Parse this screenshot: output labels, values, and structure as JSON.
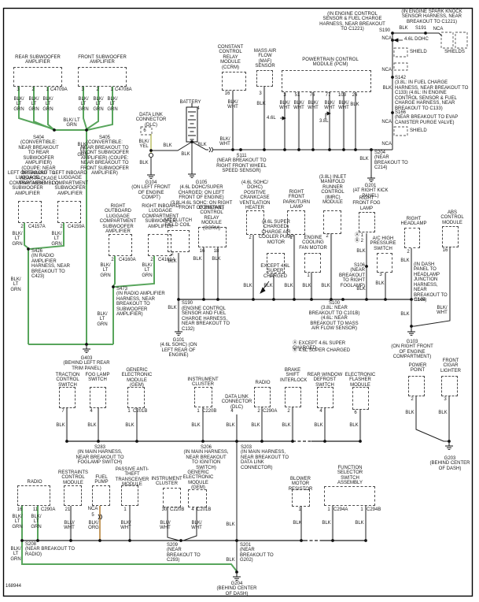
{
  "fig_no": "168944",
  "w": {
    "blk": "BLK",
    "blk_wht": "BLK/ WHT",
    "blu_wht": "BLU/ WHT",
    "blk_lt_grn": "BLK/ LT GRN",
    "blk_yel": "BLK/ YEL",
    "blk_org": "BLK/ ORG",
    "nca": "NCA"
  },
  "c": {
    "rear_sub_amp": {
      "label": "REAR SUBWOOFER AMPLIFIER",
      "pins": [
        "3",
        "2",
        "1"
      ],
      "conn": "C4709A"
    },
    "front_sub_amp": {
      "label": "FRONT SUBWOOFER AMPLIFIER",
      "pins": [
        "3",
        "2",
        "1"
      ],
      "conn": "C4708A"
    },
    "battery": {
      "label": "BATTERY",
      "pin": "4"
    },
    "dlc_top": {
      "label": "DATA LINK CONNECTOR (DLC)",
      "pin": "6"
    },
    "ccrm_top": {
      "label": "CONSTANT CONTROL RELAY MODULE (CCRM)",
      "pin": "16"
    },
    "maf": {
      "label": "MASS AIR FLOW (MAF) SENSOR",
      "pin": "3"
    },
    "pcm": {
      "label": "POWERTRAIN CONTROL MODULE (PCM)",
      "pins": [
        "3",
        "51",
        "76",
        "77",
        "103",
        "26"
      ]
    },
    "lo_amp": {
      "label": "LEFT OUTBOARD LUGGAGE COMPARTMENT SUBWOOFER AMPLIFIER",
      "pin": "2",
      "conn": "C4157A"
    },
    "li_amp": {
      "label": "LEFT INBOARD LUGGAGE COMPARTMENT SUBWOOFER AMPLIFIER",
      "pin": "2",
      "conn": "C4159A"
    },
    "ro_amp": {
      "label": "RIGHT OUTBOARD LUGGAGE COMPARTMENT SUBWOOFER AMPLIFIER",
      "pin": "2",
      "conn": "C4160A"
    },
    "ri_amp": {
      "label": "RIGHT INBOARD LUGGAGE COMPARTMENT SUBWOOFER AMPLIFIER",
      "pin": "2",
      "conn": "C4161A"
    },
    "ac_clutch": {
      "label": "A/C CLUTCH FIELD COIL",
      "pin": "2"
    },
    "ccrm2": {
      "label": "CONSTANT CONTROL RELAY MODULE (CCRM)",
      "pins": [
        "16",
        "18"
      ]
    },
    "pcv_heater": {
      "label": "(4.6L SOHC/ DOHC) POSITIVE CRANKCASE VENTILATION HEATER",
      "pin": "2"
    },
    "cac_pump": {
      "label": "(4.6L SUPER CHARGED) CHARGE AIR COOLER PUMP MOTOR",
      "pin": "1"
    },
    "rf_park_lamp": {
      "label": "RIGHT FRONT PARK/TURN LAMP",
      "pin": "1"
    },
    "fan_motor": {
      "label": "ENGINE COOLING FAN MOTOR",
      "pin": "1"
    },
    "imrc": {
      "label": "(3.8L) INLET MANIFOLD RUNNER CONTROL (IMRC) MODULE",
      "pin": "2"
    },
    "rf_fog": {
      "label": "RIGHT FRONT FOG LAMP",
      "pin_a": "Ⓐ 1",
      "pin_b": "Ⓑ 2"
    },
    "ac_press": {
      "label": "A/C HIGH PRESSURE SWITCH",
      "pin": "3"
    },
    "r_headlamp": {
      "label": "RIGHT HEADLAMP",
      "pin": "2"
    },
    "abs": {
      "label": "ABS CONTROL MODULE",
      "pin": "16"
    },
    "traction": {
      "label": "TRACTION CONTROL SWITCH",
      "pin": "7"
    },
    "fog_switch": {
      "label": "FOG LAMP SWITCH",
      "pin": "4"
    },
    "gem1": {
      "label": "GENERIC ELECTRONIC MODULE (GEM)",
      "pin": "1",
      "conn": "C201B"
    },
    "ic1": {
      "label": "INSTRUMENT CLUSTER",
      "pin": "1",
      "conn": "C220B"
    },
    "dlc2": {
      "label": "DATA LINK CONNECTOR (DLC)",
      "pin": "4"
    },
    "radio1": {
      "label": "RADIO",
      "pin": "2",
      "conn": "C290A"
    },
    "bsi": {
      "label": "BRAKE SHIFT INTERLOCK",
      "pin": "2"
    },
    "rw_defrost": {
      "label": "REAR WINDOW DEFROST SWITCH",
      "pin": "4"
    },
    "flasher": {
      "label": "ELECTRONIC FLASHER MODULE",
      "pin": "6"
    },
    "power_point": {
      "label": "POWER POINT",
      "pin": "2"
    },
    "cigar": {
      "label": "FRONT CIGAR LIGHTER",
      "pin": "3"
    },
    "radio2": {
      "label": "RADIO",
      "pins": [
        "16",
        "11"
      ],
      "conn": "C290A"
    },
    "rcm": {
      "label": "RESTRAINTS CONTROL MODULE",
      "pin": "21"
    },
    "fuel_pump": {
      "label": "FUEL PUMP",
      "pin": "NCA",
      "inline_pin": "5"
    },
    "patm": {
      "label": "PASSIVE ANTI-THEFT TRANSCEIVER MODULE",
      "pin": "1"
    },
    "ic2": {
      "label": "INSTRUMENT CLUSTER",
      "pin": "30",
      "conn": "C220B"
    },
    "gem2": {
      "label": "GENERIC ELECTRONIC MODULE (GEM)",
      "pin": "4",
      "conn": "C201B"
    },
    "blower_res": {
      "label": "BLOWER MOTOR RESISTOR",
      "pin": "1"
    },
    "func_sel": {
      "label": "FUNCTION SELECTOR SWITCH ASSEMBLY",
      "pins": [
        "1",
        "1"
      ],
      "conns": [
        "C294A",
        "C294B"
      ]
    }
  },
  "s": {
    "s404": {
      "id": "S404",
      "note": "(CONVERTIBLE: NEAR BREAKOUT TO REAR SUBWOOFER AMPLIFIER) (COUPE: NEAR BREAKOUT TO REAR PACKAGE TRAY ASSEMBLY)"
    },
    "s405": {
      "id": "S405",
      "note": "(CONVERTIBLE: NEAR BREAKOUT TO FRONT SUBWOOFER AMPLIFIER) (COUPE: NEAR BREAKOUT TO FRONT SUBWOOFER AMPLIFIER)"
    },
    "s426": {
      "id": "S426",
      "note": "(IN RADIO AMPLIFIER HARNESS, NEAR BREAKOUT TO C423)"
    },
    "s473": {
      "id": "S473",
      "note": "(IN RADIO AMPLIFIER HARNESS, NEAR BREAKOUT TO SUBWOOFER AMPLIFIER)"
    },
    "s111": {
      "id": "S111",
      "note": "(NEAR BREAKOUT TO RIGHT FRONT WHEEL SPEED SENSOR)"
    },
    "s190_top": {
      "id": "S190",
      "note": "(IN ENGINE CONTROL SENSOR & FUEL CHARGE HARNESS, NEAR BREAKOUT TO C1221)"
    },
    "s191": {
      "id": "S191",
      "note": "(IN ENGINE SPARK KNOCK SENSOR HARNESS, NEAR BREAKOUT TO C1221)"
    },
    "s142": {
      "id": "S142",
      "note": "(3.8L: IN FUEL CHARGE HARNESS, NEAR BREAKOUT TO C133) (4.6L: IN ENGINE CONTROL SENSOR & FUEL CHARGE HARNESS, NEAR BREAKOUT TO C133)"
    },
    "s166": {
      "id": "S166",
      "note": "(NEAR BREAKOUT TO EVAP CANISTER PURGE VALVE)"
    },
    "s204": {
      "id": "S204",
      "note": "(NEAR BREAKOUT TO C214)"
    },
    "s190_eng": {
      "id": "S190",
      "note": "(ENGINE CONTROL SENSOR AND FUEL CHARGE HARNESS, NEAR BREAKOUT TO C132)"
    },
    "s100": {
      "id": "S100",
      "note": "(3.8L: NEAR BREAKOUT TO C101B) (4.6L: NEAR BREAKOUT TO MASS AIR FLOW SENSOR)"
    },
    "s106": {
      "id": "S106",
      "note": "(NEAR BREAKOUT TO RIGHT FOGLAMP)"
    },
    "s104": {
      "id": "S104",
      "note": "(IN DASH PANEL TO HEADLAMP JUNCTION HARNESS, NEAR BREAKOUT TO C145)"
    },
    "s283": {
      "id": "S283",
      "note": "(IN MAIN HARNESS, NEAR BREAKOUT TO FOGLAMP SWITCH)"
    },
    "s206": {
      "id": "S206",
      "note": "(IN MAIN HARNESS, NEAR BREAKOUT TO IGNITION SWITCH)"
    },
    "s203": {
      "id": "S203",
      "note": "(IN MAIN HARNESS, NEAR BREAKOUT TO DATA LINK CONNECTOR)"
    },
    "s208": {
      "id": "S208",
      "note": "(NEAR BREAKOUT TO RADIO)"
    },
    "s209": {
      "id": "S209",
      "note": "(NEAR BREAKOUT TO C293)"
    },
    "s201": {
      "id": "S201",
      "note": "(NEAR BREAKOUT TO G202)"
    }
  },
  "g": {
    "g104": {
      "id": "G104",
      "note": "(ON LEFT FRONT OF ENGINE COMPT)"
    },
    "g105": {
      "id": "G105",
      "note": "(4.6L DOHC/SUPER CHARGED: ON LEFT FRONT OF ENGINE) (3.8L/4.6L SOHC: ON RIGHT FRONT OF ENGINE)"
    },
    "g201": {
      "id": "G201",
      "note": "(AT RIGHT KICK PANEL)"
    },
    "g403": {
      "id": "G403",
      "note": "(BEHIND LEFT REAR TRIM PANEL)"
    },
    "g101": {
      "id": "G101",
      "note": "(4.6L SOHC) (ON LEFT REAR OF ENGINE)"
    },
    "g103": {
      "id": "G103",
      "note": "(ON RIGHT FRONT OF ENGINE COMPARTMENT)"
    },
    "g203": {
      "id": "G203",
      "note": "(BEHIND CENTER OF DASH)"
    },
    "g204": {
      "id": "G204",
      "note": "(BEHIND CENTER OF DASH)"
    }
  },
  "n": {
    "l46": "4.6L",
    "l38": "3.8L",
    "l46dohc": "4.6L DOHC",
    "except_sc": "EXCEPT 4.6L SUPER CHARGED",
    "legend_a": "Ⓐ EXCEPT 4.6L SUPER CHARGED",
    "legend_b": "Ⓑ 4.6L SUPER CHARGED",
    "shield": "SHIELD",
    "shields": "SHIELDS"
  }
}
